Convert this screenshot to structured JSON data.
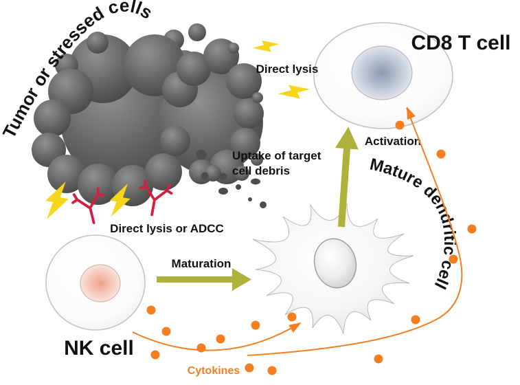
{
  "diagram": {
    "type": "immunology-pathway",
    "cells": {
      "tumor": {
        "label": "Tumor or stressed cells"
      },
      "nk": {
        "label": "NK cell"
      },
      "dendritic": {
        "label": "Mature dendritic cell"
      },
      "cd8": {
        "label": "CD8 T cell"
      }
    },
    "annotations": {
      "direct_lysis_top": "Direct lysis",
      "direct_lysis_adcc": "Direct lysis or ADCC",
      "uptake_line1": "Uptake of target",
      "uptake_line2": "cell debris",
      "maturation": "Maturation",
      "activation": "Activation",
      "cytokines": "Cytokines"
    },
    "arrows": [
      {
        "label": "Maturation",
        "from": "NK cell",
        "to": "Mature dendritic cell",
        "style": "olive-solid"
      },
      {
        "label": "Activation",
        "from": "Mature dendritic cell",
        "to": "CD8 T cell",
        "style": "olive-solid"
      },
      {
        "label": "Cytokines",
        "from": "NK cell",
        "to": "Mature dendritic cell",
        "style": "orange-thin"
      },
      {
        "label": "Cytokines",
        "from": "NK cell",
        "to": "CD8 T cell",
        "style": "orange-thin"
      }
    ],
    "icons": [
      {
        "name": "lightning-icon",
        "color": "#f6d51a"
      },
      {
        "name": "antibody-icon",
        "color": "#d42040"
      },
      {
        "name": "debris-dot",
        "color": "#4d4d4d"
      },
      {
        "name": "cytokine-dot",
        "color": "#f57e20"
      }
    ],
    "colors": {
      "arrow_olive": "#aeb23a",
      "cytokine_orange": "#f57e20",
      "lightning_yellow": "#f6d51a",
      "antibody_red": "#d42040",
      "tumor_gray": "#5c5c5c",
      "debris_gray": "#4d4d4d",
      "cd8_nucleus_blue": "#8b99b0",
      "nk_nucleus_pink": "#eda18c",
      "text": "#111111"
    }
  }
}
